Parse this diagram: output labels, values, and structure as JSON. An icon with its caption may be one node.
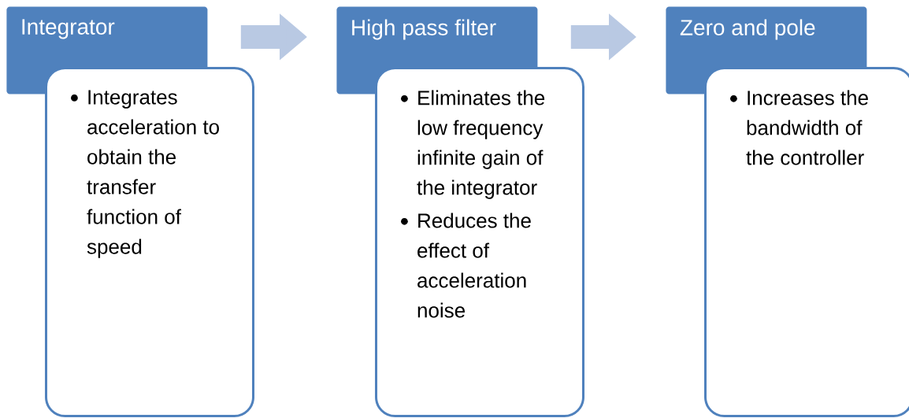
{
  "diagram": {
    "nodes": [
      {
        "text": [
          "Integrator"
        ]
      },
      {
        "text": [
          "Integrates acceleration to obtain the transfer function of speed"
        ]
      },
      {
        "text": [
          "High pass filter"
        ]
      },
      {
        "text": [
          "Eliminates the low frequency infinite gain of the integrator",
          "Reduces the effect of acceleration noise"
        ]
      },
      {
        "text": [
          "Zero and pole"
        ]
      },
      {
        "text": [
          "Increases the bandwidth of the controller"
        ]
      }
    ],
    "edges": [
      {
        "from": 0,
        "to": 2,
        "arrow": "to"
      },
      {
        "from": 2,
        "to": 4,
        "arrow": "to"
      }
    ]
  }
}
